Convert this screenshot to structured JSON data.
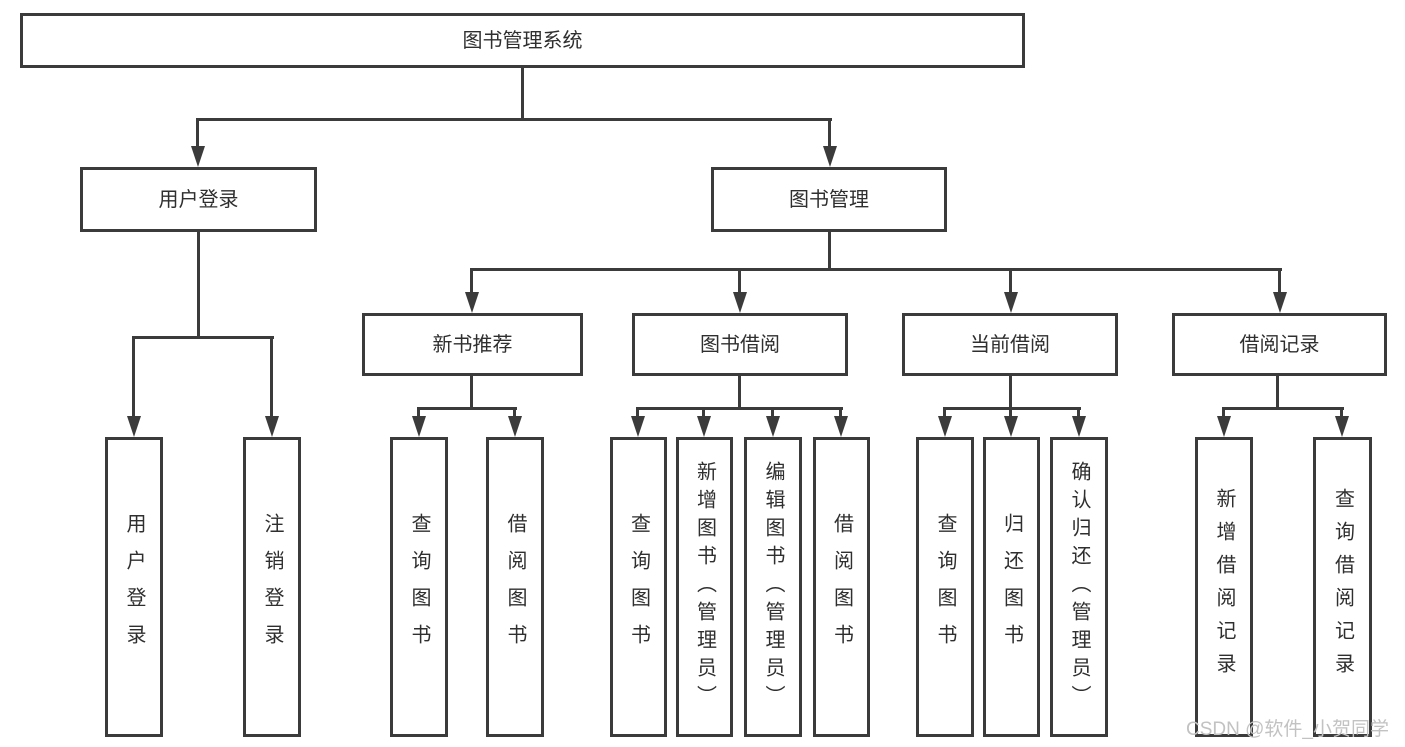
{
  "diagram": {
    "root": "图书管理系统",
    "level2": {
      "user_login": "用户登录",
      "book_mgmt": "图书管理"
    },
    "login_children": {
      "login": "用户登录",
      "logout": "注销登录"
    },
    "mgmt_children": {
      "new_book_rec": "新书推荐",
      "book_borrow": "图书借阅",
      "current_borrow": "当前借阅",
      "borrow_records": "借阅记录"
    },
    "new_book_rec_children": {
      "query_books": "查询图书",
      "borrow_books": "借阅图书"
    },
    "book_borrow_children": {
      "query_books": "查询图书",
      "add_books": "新增图书（管理员）",
      "edit_books": "编辑图书（管理员）",
      "borrow_books": "借阅图书"
    },
    "current_borrow_children": {
      "query_books": "查询图书",
      "return_books": "归还图书",
      "confirm_return": "确认归还（管理员）"
    },
    "borrow_records_children": {
      "add_record": "新增借阅记录",
      "query_record": "查询借阅记录"
    }
  },
  "watermark": "CSDN @软件_小贺同学",
  "colors": {
    "line": "#3b3b3b",
    "text": "#2f2f2f",
    "background": "#ffffff",
    "watermark": "#c2c2c2"
  }
}
